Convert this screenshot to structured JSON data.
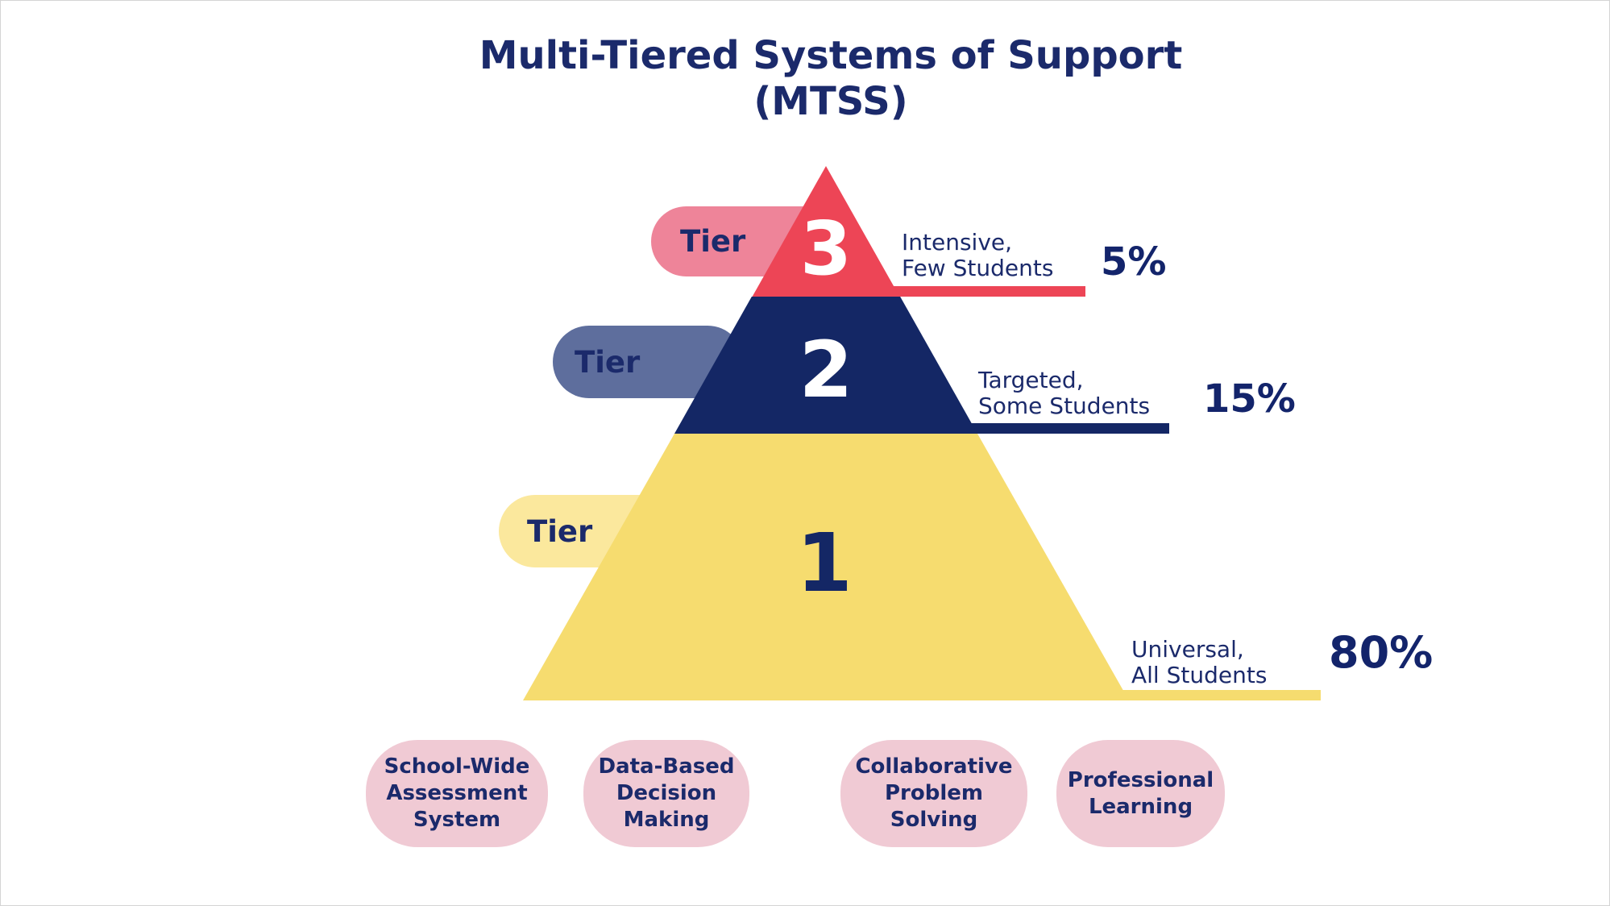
{
  "title": {
    "line1": "Multi-Tiered Systems of Support",
    "line2": "(MTSS)"
  },
  "tiers": [
    {
      "pill_label": "Tier",
      "number": "3",
      "description_line1": "Intensive,",
      "description_line2": "Few Students",
      "percent": "5%",
      "band_color": "#ED4556",
      "pill_color": "#EE8499"
    },
    {
      "pill_label": "Tier",
      "number": "2",
      "description_line1": "Targeted,",
      "description_line2": "Some Students",
      "percent": "15%",
      "band_color": "#142765",
      "pill_color": "#5E6E9D"
    },
    {
      "pill_label": "Tier",
      "number": "1",
      "description_line1": "Universal,",
      "description_line2": "All Students",
      "percent": "80%",
      "band_color": "#F6DC6F",
      "pill_color": "#FBE89D"
    }
  ],
  "footer": {
    "box_color": "#F0CAD4",
    "boxes": [
      {
        "lines": [
          "School-Wide",
          "Assessment",
          "System"
        ]
      },
      {
        "lines": [
          "Data-Based",
          "Decision",
          "Making"
        ]
      },
      {
        "lines": [
          "Collaborative",
          "Problem",
          "Solving"
        ]
      },
      {
        "lines": [
          "Professional",
          "Learning"
        ]
      }
    ]
  },
  "colors": {
    "text_navy": "#1B2A6B",
    "number_white": "#FFFFFF",
    "background": "#FFFFFF"
  }
}
